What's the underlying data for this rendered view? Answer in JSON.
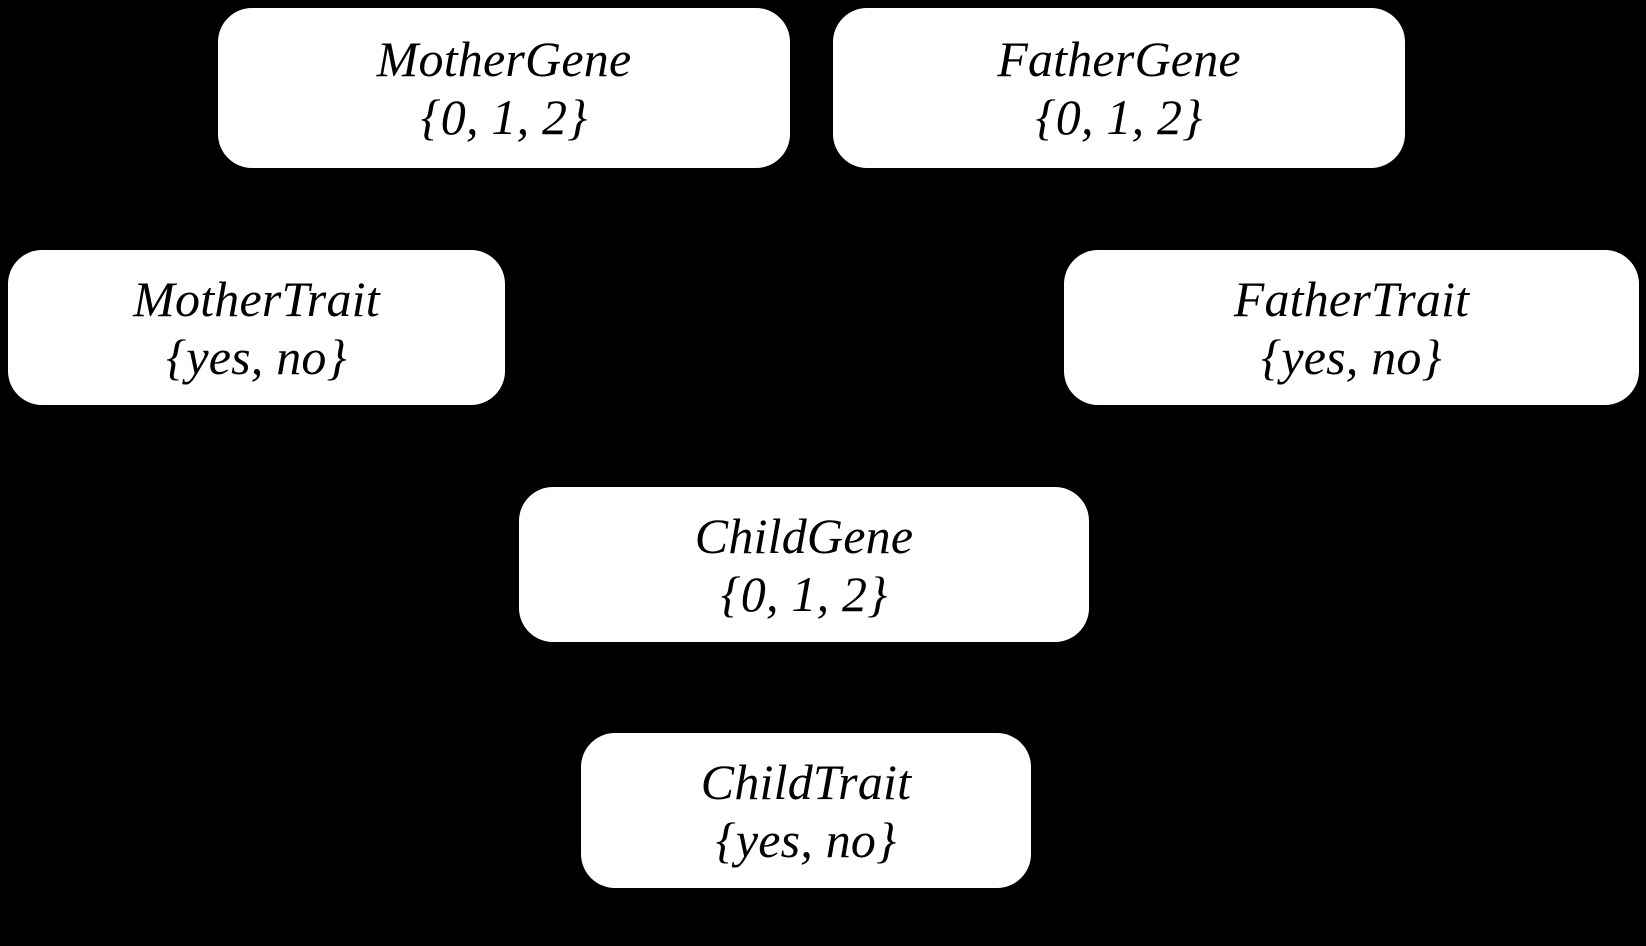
{
  "diagram": {
    "type": "bayesian-network",
    "background_color": "#000000",
    "node_fill_color": "#ffffff",
    "node_text_color": "#000000",
    "nodes": [
      {
        "id": "mother-gene",
        "title": "MotherGene",
        "domain": "{0, 1, 2}",
        "values": [
          "0",
          "1",
          "2"
        ]
      },
      {
        "id": "father-gene",
        "title": "FatherGene",
        "domain": "{0, 1, 2}",
        "values": [
          "0",
          "1",
          "2"
        ]
      },
      {
        "id": "mother-trait",
        "title": "MotherTrait",
        "domain": "{yes, no}",
        "values": [
          "yes",
          "no"
        ]
      },
      {
        "id": "father-trait",
        "title": "FatherTrait",
        "domain": "{yes, no}",
        "values": [
          "yes",
          "no"
        ]
      },
      {
        "id": "child-gene",
        "title": "ChildGene",
        "domain": "{0, 1, 2}",
        "values": [
          "0",
          "1",
          "2"
        ]
      },
      {
        "id": "child-trait",
        "title": "ChildTrait",
        "domain": "{yes, no}",
        "values": [
          "yes",
          "no"
        ]
      }
    ]
  }
}
